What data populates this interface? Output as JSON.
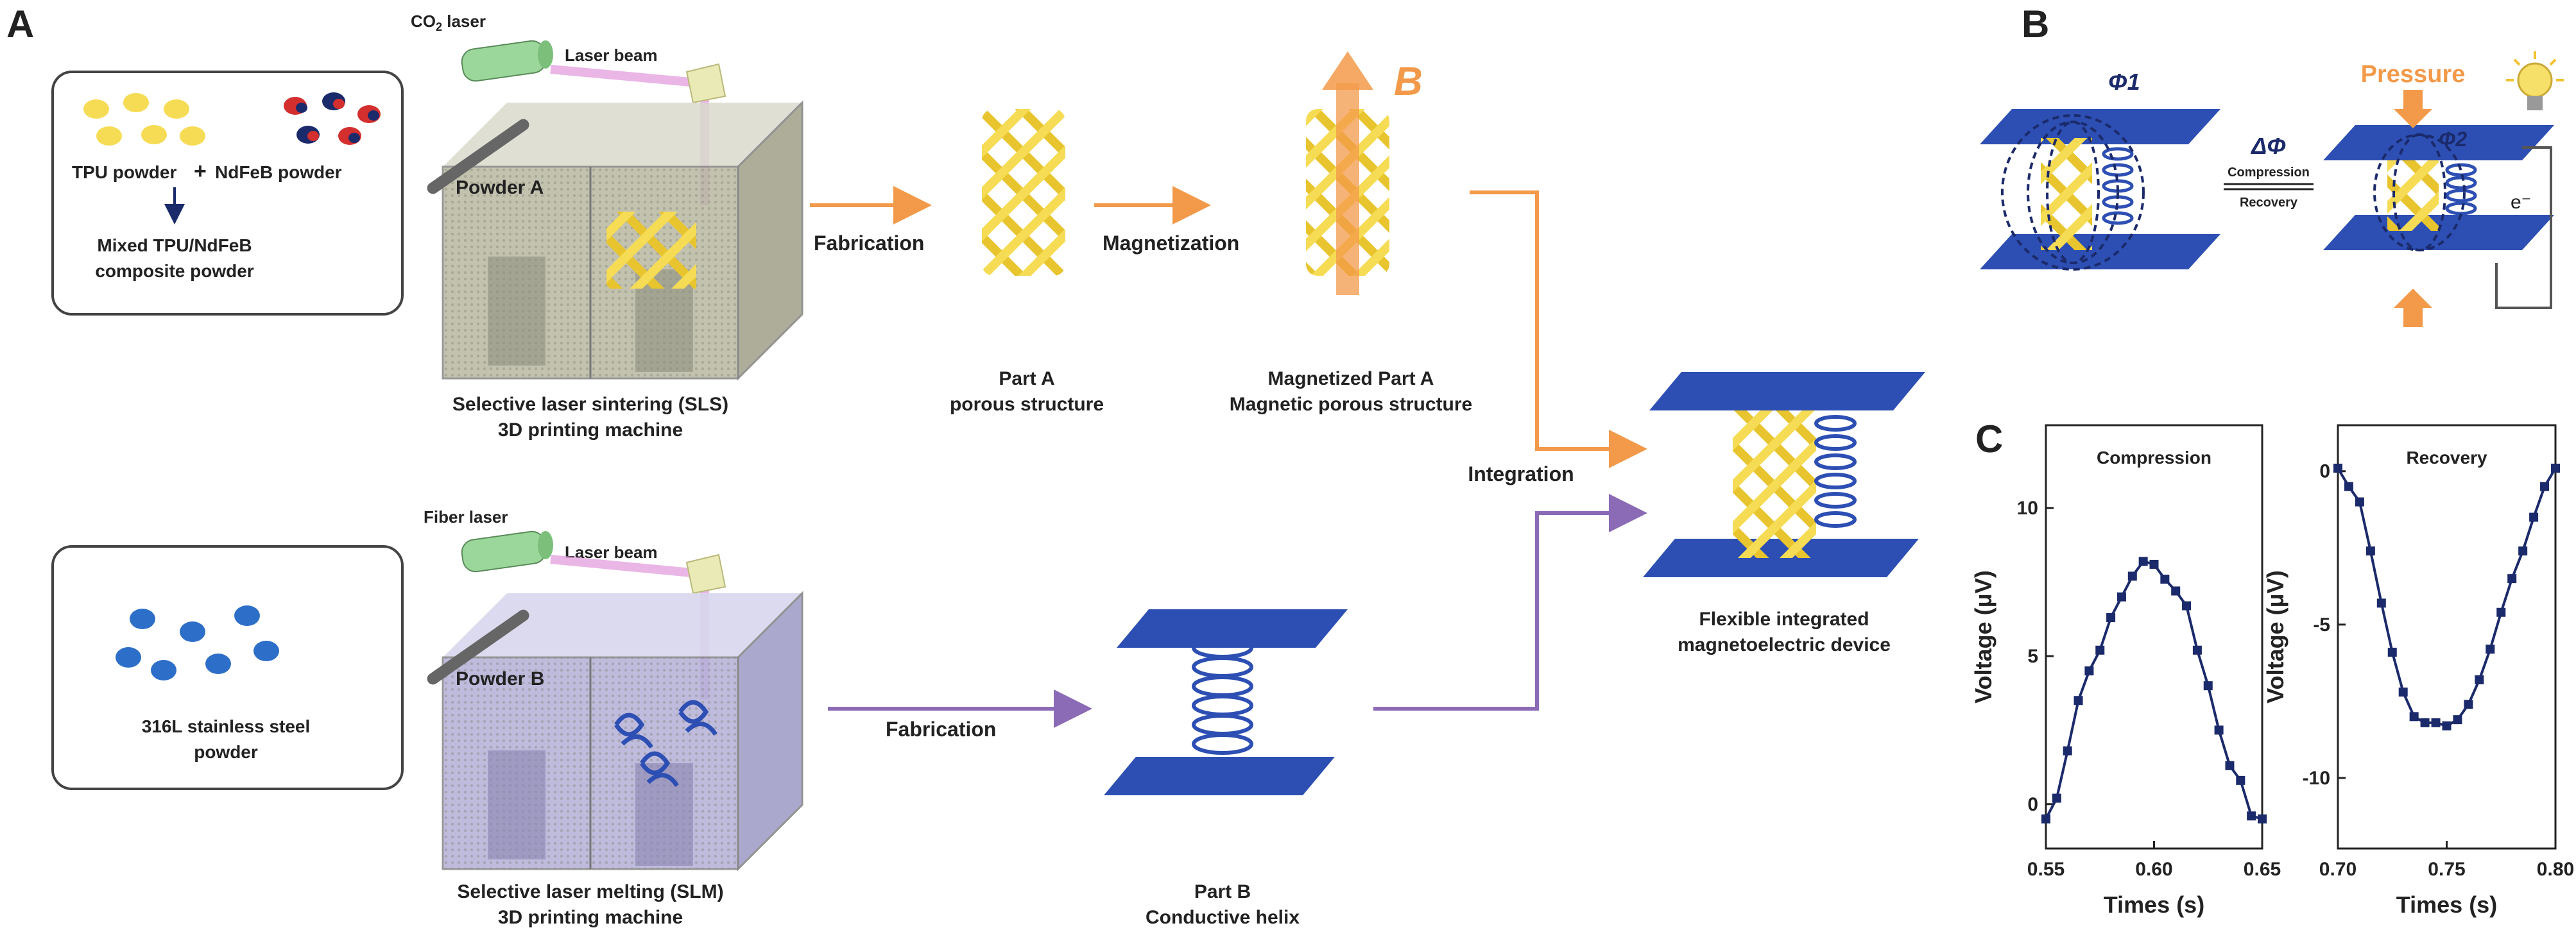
{
  "panels": {
    "a": "A",
    "b": "B",
    "c": "C"
  },
  "top_row": {
    "laser": "CO",
    "laser_sub": "2",
    "laser_suffix": " laser",
    "beam": "Laser beam",
    "powder": "Powder A",
    "inset_line1_left": "TPU powder",
    "inset_plus": "+",
    "inset_line1_right": "NdFeB powder",
    "inset_line2": "Mixed TPU/NdFeB",
    "inset_line3": "composite powder",
    "machine_line1": "Selective laser sintering (SLS)",
    "machine_line2": "3D printing machine",
    "step1": "Fabrication",
    "step2": "Magnetization",
    "field": "B",
    "part_line1": "Part A",
    "part_line2": "porous structure",
    "mag_line1": "Magnetized Part A",
    "mag_line2": "Magnetic porous structure"
  },
  "bottom_row": {
    "laser": "Fiber laser",
    "beam": "Laser beam",
    "powder": "Powder B",
    "inset_line1": "316L stainless steel",
    "inset_line2": "powder",
    "machine_line1": "Selective laser melting (SLM)",
    "machine_line2": "3D printing machine",
    "step1": "Fabrication",
    "part_line1": "Part B",
    "part_line2": "Conductive helix"
  },
  "integration": {
    "label": "Integration",
    "device_line1": "Flexible integrated",
    "device_line2": "magnetoelectric device"
  },
  "panel_b": {
    "phi1": "Φ1",
    "phi2": "Φ2",
    "delta": "ΔΦ",
    "compression": "Compression",
    "recovery": "Recovery",
    "pressure": "Pressure",
    "electron": "e⁻"
  },
  "colors": {
    "orange": "#F39A4A",
    "purple": "#8B6BB5",
    "yellow": "#F2D54A",
    "blue": "#2D4FB3",
    "navy": "#1B2A6B"
  },
  "chart_data": [
    {
      "type": "line",
      "title": "Compression",
      "xlabel": "Times (s)",
      "ylabel": "Voltage (μV)",
      "xlim": [
        0.55,
        0.65
      ],
      "ylim": [
        -1.5,
        12.8
      ],
      "xticks": [
        "0.55",
        "0.60",
        "0.65"
      ],
      "yticks": [
        "0",
        "5",
        "10"
      ],
      "x": [
        0.55,
        0.555,
        0.56,
        0.565,
        0.57,
        0.575,
        0.58,
        0.585,
        0.59,
        0.595,
        0.6,
        0.605,
        0.61,
        0.615,
        0.62,
        0.625,
        0.63,
        0.635,
        0.64,
        0.645,
        0.65
      ],
      "y": [
        -0.5,
        0.2,
        1.8,
        3.5,
        4.5,
        5.2,
        6.3,
        7.0,
        7.7,
        8.2,
        8.1,
        7.6,
        7.2,
        6.7,
        5.2,
        4.0,
        2.5,
        1.3,
        0.8,
        -0.4,
        -0.5
      ]
    },
    {
      "type": "line",
      "title": "Recovery",
      "xlabel": "Times (s)",
      "ylabel": "Voltage (μV)",
      "xlim": [
        0.7,
        0.8
      ],
      "ylim": [
        -12.3,
        1.5
      ],
      "xticks": [
        "0.70",
        "0.75",
        "0.80"
      ],
      "yticks": [
        "0",
        "-5",
        "-10"
      ],
      "x": [
        0.7,
        0.705,
        0.71,
        0.715,
        0.72,
        0.725,
        0.73,
        0.735,
        0.74,
        0.745,
        0.75,
        0.755,
        0.76,
        0.765,
        0.77,
        0.775,
        0.78,
        0.785,
        0.79,
        0.795,
        0.8
      ],
      "y": [
        0.1,
        -0.5,
        -1.0,
        -2.6,
        -4.3,
        -5.9,
        -7.2,
        -8.0,
        -8.2,
        -8.2,
        -8.3,
        -8.1,
        -7.6,
        -6.8,
        -5.8,
        -4.6,
        -3.5,
        -2.6,
        -1.5,
        -0.5,
        0.1
      ]
    }
  ]
}
